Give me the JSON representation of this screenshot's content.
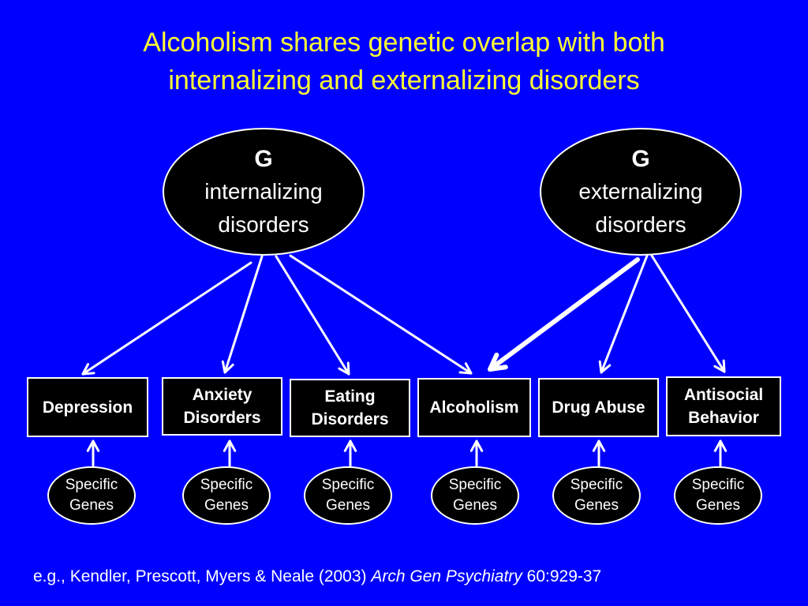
{
  "title": {
    "line1": "Alcoholism shares genetic overlap with both",
    "line2": "internalizing and externalizing disorders"
  },
  "latents": [
    {
      "id": "int",
      "line1": "G",
      "line2": "internalizing",
      "line3": "disorders"
    },
    {
      "id": "ext",
      "line1": "G",
      "line2": "externalizing",
      "line3": "disorders"
    }
  ],
  "disorders": [
    {
      "id": "depression",
      "lines": [
        "Depression"
      ]
    },
    {
      "id": "anxiety",
      "lines": [
        "Anxiety",
        "Disorders"
      ]
    },
    {
      "id": "eating",
      "lines": [
        "Eating",
        "Disorders"
      ]
    },
    {
      "id": "alcoholism",
      "lines": [
        "Alcoholism"
      ]
    },
    {
      "id": "drug-abuse",
      "lines": [
        "Drug Abuse"
      ]
    },
    {
      "id": "antisocial",
      "lines": [
        "Antisocial",
        "Behavior"
      ]
    }
  ],
  "gene_label": {
    "line1": "Specific",
    "line2": "Genes"
  },
  "citation": {
    "authors": "e.g., Kendler, Prescott, Myers & Neale (2003)",
    "journal": "Arch Gen Psychiatry",
    "pages": "60:929-37"
  },
  "edges": [
    {
      "from": "int",
      "to": "depression",
      "emphasis": false
    },
    {
      "from": "int",
      "to": "anxiety",
      "emphasis": false
    },
    {
      "from": "int",
      "to": "eating",
      "emphasis": false
    },
    {
      "from": "int",
      "to": "alcoholism",
      "emphasis": false
    },
    {
      "from": "ext",
      "to": "alcoholism",
      "emphasis": true
    },
    {
      "from": "ext",
      "to": "drug-abuse",
      "emphasis": false
    },
    {
      "from": "ext",
      "to": "antisocial",
      "emphasis": false
    }
  ],
  "colors": {
    "background": "#0000ff",
    "title": "#ffff33",
    "node_fill": "#000000",
    "stroke": "#ffffff"
  }
}
